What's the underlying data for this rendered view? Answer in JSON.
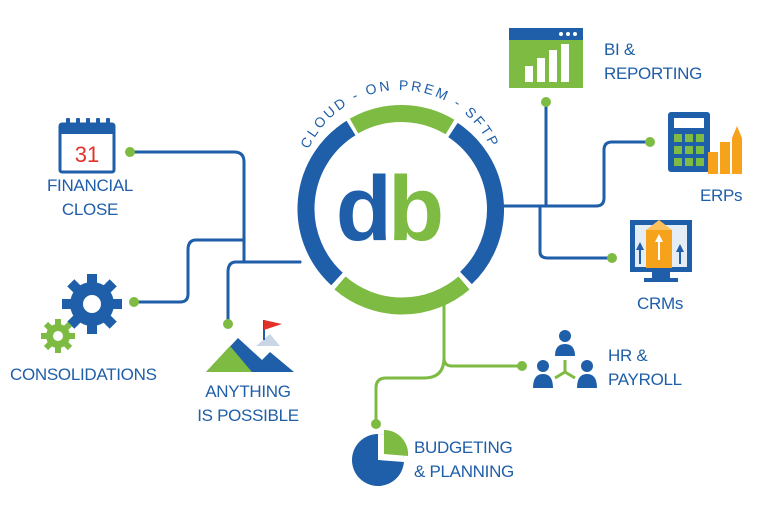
{
  "hub": {
    "logo_text": "db",
    "arc_text": "CLOUD - ON PREM - SFTP"
  },
  "nodes": {
    "financial_close": {
      "line1": "FINANCIAL",
      "line2": "CLOSE",
      "calendar_day": "31"
    },
    "consolidations": {
      "line1": "CONSOLIDATIONS"
    },
    "anything_possible": {
      "line1": "ANYTHING",
      "line2": "IS POSSIBLE"
    },
    "bi_reporting": {
      "line1": "BI &",
      "line2": "REPORTING"
    },
    "erps": {
      "line1": "ERPs"
    },
    "crms": {
      "line1": "CRMs"
    },
    "hr_payroll": {
      "line1": "HR &",
      "line2": "PAYROLL"
    },
    "budgeting_planning": {
      "line1": "BUDGETING",
      "line2": "& PLANNING"
    }
  },
  "colors": {
    "blue": "#1f5ea8",
    "dark_blue": "#1a4f94",
    "green": "#7dbb42",
    "light_green": "#8cc63f",
    "orange": "#f7a21b",
    "red": "#e2332b"
  }
}
